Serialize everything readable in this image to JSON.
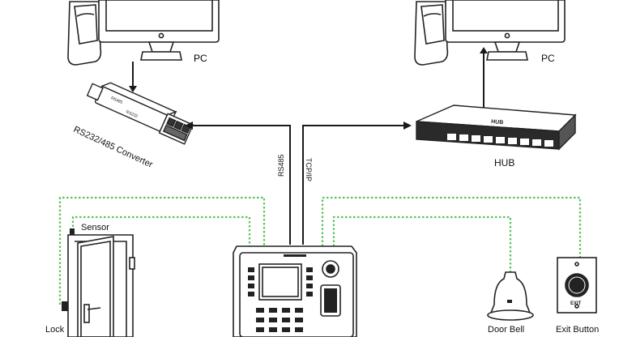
{
  "labels": {
    "pc_left": "PC",
    "pc_right": "PC",
    "converter": "RS232/485 Converter",
    "converter_body_text_1": "RS485",
    "converter_body_text_2": "RS232",
    "hub": "HUB",
    "hub_body_text": "HUB",
    "rs485": "RS485",
    "tcpip": "TCP/IP",
    "sensor": "Sensor",
    "lock": "Lock",
    "door_bell": "Door Bell",
    "exit_button": "Exit Button",
    "exit_button_face": "EXIT"
  },
  "colors": {
    "line": "#1a1a1a",
    "wire_dotted": "#5ec25e",
    "device_fill": "#ffffff",
    "stroke": "#222222",
    "hub_dark": "#2a2a2a"
  }
}
